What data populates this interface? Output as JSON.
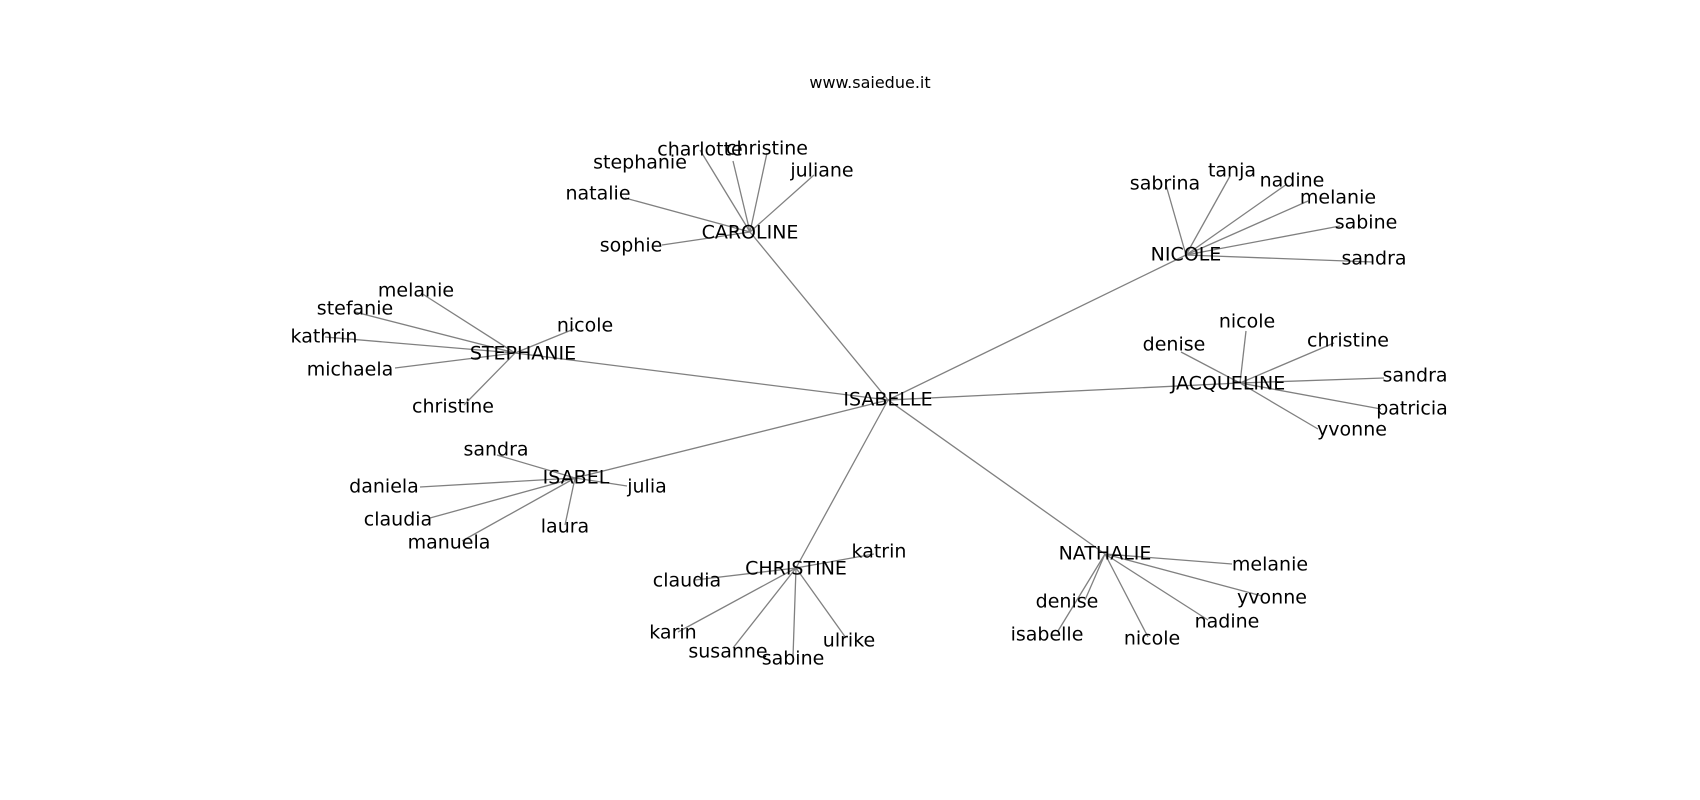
{
  "title": "www.saiedue.it",
  "colors": {
    "edge": "#808080",
    "text": "#000000",
    "background": "#ffffff"
  },
  "graph": {
    "root": "ISABELLE",
    "groups": [
      {
        "hub": "CAROLINE",
        "leaves": [
          "stephanie",
          "charlotte",
          "christine",
          "juliane",
          "natalie",
          "sophie"
        ]
      },
      {
        "hub": "NICOLE",
        "leaves": [
          "sabrina",
          "tanja",
          "nadine",
          "melanie",
          "sabine",
          "sandra"
        ]
      },
      {
        "hub": "STEPHANIE",
        "leaves": [
          "melanie",
          "stefanie",
          "kathrin",
          "michaela",
          "christine",
          "nicole"
        ]
      },
      {
        "hub": "JACQUELINE",
        "leaves": [
          "nicole",
          "denise",
          "christine",
          "sandra",
          "patricia",
          "yvonne"
        ]
      },
      {
        "hub": "ISABEL",
        "leaves": [
          "sandra",
          "daniela",
          "claudia",
          "manuela",
          "laura",
          "julia"
        ]
      },
      {
        "hub": "CHRISTINE",
        "leaves": [
          "katrin",
          "claudia",
          "karin",
          "susanne",
          "sabine",
          "ulrike"
        ]
      },
      {
        "hub": "NATHALIE",
        "leaves": [
          "melanie",
          "yvonne",
          "nadine",
          "denise",
          "isabelle",
          "nicole"
        ]
      }
    ]
  }
}
